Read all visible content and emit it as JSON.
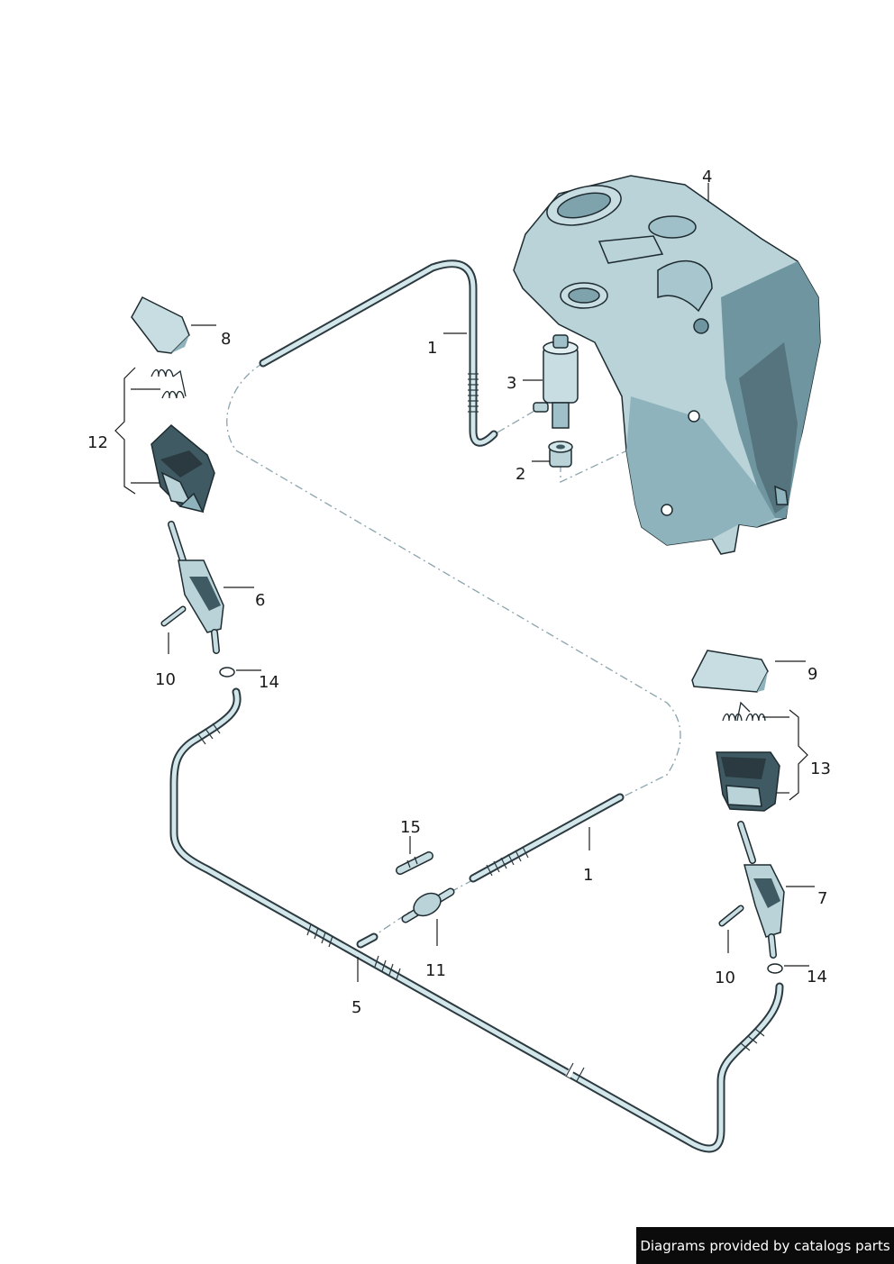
{
  "callouts": [
    {
      "id": "1a",
      "text": "1"
    },
    {
      "id": "1b",
      "text": "1"
    },
    {
      "id": "2",
      "text": "2"
    },
    {
      "id": "3",
      "text": "3"
    },
    {
      "id": "4",
      "text": "4"
    },
    {
      "id": "5",
      "text": "5"
    },
    {
      "id": "6",
      "text": "6"
    },
    {
      "id": "7",
      "text": "7"
    },
    {
      "id": "8",
      "text": "8"
    },
    {
      "id": "9",
      "text": "9"
    },
    {
      "id": "10a",
      "text": "10"
    },
    {
      "id": "10b",
      "text": "10"
    },
    {
      "id": "11",
      "text": "11"
    },
    {
      "id": "12",
      "text": "12"
    },
    {
      "id": "13",
      "text": "13"
    },
    {
      "id": "14a",
      "text": "14"
    },
    {
      "id": "14b",
      "text": "14"
    },
    {
      "id": "15",
      "text": "15"
    }
  ],
  "footer": {
    "text": "Diagrams provided by catalogs parts"
  },
  "colors": {
    "part_fill": "#b9d3d9",
    "part_shade": "#8fb3bc",
    "part_dark": "#3f5a62",
    "outline": "#1e2c31",
    "dash": "#8aa3ad"
  }
}
